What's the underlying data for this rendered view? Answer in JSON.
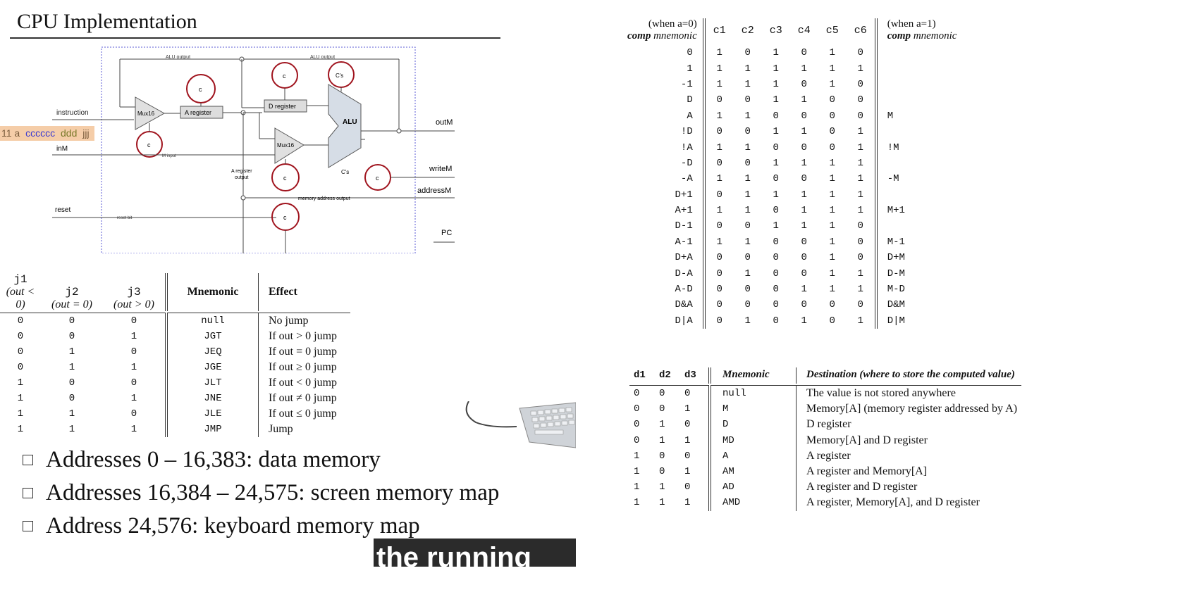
{
  "title": "CPU Implementation",
  "diagram": {
    "labels": {
      "alu_output_1": "ALU output",
      "alu_output_2": "ALU output",
      "instruction": "instruction",
      "instruction_bits": "11 a cccccc ddd jjj",
      "bits_prefix": "11 a",
      "bits_c": "cccccc",
      "bits_d": "ddd",
      "bits_j": "jjj",
      "in_m": "inM",
      "m_input": "M input",
      "reset": "reset",
      "reset_bit": "reset bit",
      "mux16_a": "Mux16",
      "mux16_b": "Mux16",
      "a_register": "A register",
      "d_register": "D register",
      "alu": "ALU",
      "out_m": "outM",
      "write_m": "writeM",
      "address_m": "addressM",
      "pc": "PC",
      "a_register_output_1": "A register",
      "a_register_output_2": "output",
      "memory_address_output": "memory address output",
      "cs_1": "C's",
      "cs_2": "C's",
      "c": "c"
    }
  },
  "jump_table": {
    "headers": {
      "j1": "j1",
      "j1_sub": "(out < 0)",
      "j2": "j2",
      "j2_sub": "(out = 0)",
      "j3": "j3",
      "j3_sub": "(out > 0)",
      "mnemonic": "Mnemonic",
      "effect": "Effect"
    },
    "rows": [
      {
        "j1": "0",
        "j2": "0",
        "j3": "0",
        "m": "null",
        "e": "No jump"
      },
      {
        "j1": "0",
        "j2": "0",
        "j3": "1",
        "m": "JGT",
        "e": "If out > 0 jump"
      },
      {
        "j1": "0",
        "j2": "1",
        "j3": "0",
        "m": "JEQ",
        "e": "If out = 0 jump"
      },
      {
        "j1": "0",
        "j2": "1",
        "j3": "1",
        "m": "JGE",
        "e": "If out ≥ 0 jump"
      },
      {
        "j1": "1",
        "j2": "0",
        "j3": "0",
        "m": "JLT",
        "e": "If out < 0 jump"
      },
      {
        "j1": "1",
        "j2": "0",
        "j3": "1",
        "m": "JNE",
        "e": "If out ≠ 0 jump"
      },
      {
        "j1": "1",
        "j2": "1",
        "j3": "0",
        "m": "JLE",
        "e": "If out ≤ 0 jump"
      },
      {
        "j1": "1",
        "j2": "1",
        "j3": "1",
        "m": "JMP",
        "e": "Jump"
      }
    ]
  },
  "comp_table": {
    "headers": {
      "left_top": "(when a=0)",
      "left_bottom_1": "comp",
      "left_bottom_2": "mnemonic",
      "c1": "c1",
      "c2": "c2",
      "c3": "c3",
      "c4": "c4",
      "c5": "c5",
      "c6": "c6",
      "right_top": "(when a=1)",
      "right_bottom_1": "comp",
      "right_bottom_2": "mnemonic"
    },
    "rows": [
      {
        "a0": "0",
        "c": [
          "1",
          "0",
          "1",
          "0",
          "1",
          "0"
        ],
        "a1": ""
      },
      {
        "a0": "1",
        "c": [
          "1",
          "1",
          "1",
          "1",
          "1",
          "1"
        ],
        "a1": ""
      },
      {
        "a0": "-1",
        "c": [
          "1",
          "1",
          "1",
          "0",
          "1",
          "0"
        ],
        "a1": ""
      },
      {
        "a0": "D",
        "c": [
          "0",
          "0",
          "1",
          "1",
          "0",
          "0"
        ],
        "a1": ""
      },
      {
        "a0": "A",
        "c": [
          "1",
          "1",
          "0",
          "0",
          "0",
          "0"
        ],
        "a1": "M"
      },
      {
        "a0": "!D",
        "c": [
          "0",
          "0",
          "1",
          "1",
          "0",
          "1"
        ],
        "a1": ""
      },
      {
        "a0": "!A",
        "c": [
          "1",
          "1",
          "0",
          "0",
          "0",
          "1"
        ],
        "a1": "!M"
      },
      {
        "a0": "-D",
        "c": [
          "0",
          "0",
          "1",
          "1",
          "1",
          "1"
        ],
        "a1": ""
      },
      {
        "a0": "-A",
        "c": [
          "1",
          "1",
          "0",
          "0",
          "1",
          "1"
        ],
        "a1": "-M"
      },
      {
        "a0": "D+1",
        "c": [
          "0",
          "1",
          "1",
          "1",
          "1",
          "1"
        ],
        "a1": ""
      },
      {
        "a0": "A+1",
        "c": [
          "1",
          "1",
          "0",
          "1",
          "1",
          "1"
        ],
        "a1": "M+1"
      },
      {
        "a0": "D-1",
        "c": [
          "0",
          "0",
          "1",
          "1",
          "1",
          "0"
        ],
        "a1": ""
      },
      {
        "a0": "A-1",
        "c": [
          "1",
          "1",
          "0",
          "0",
          "1",
          "0"
        ],
        "a1": "M-1"
      },
      {
        "a0": "D+A",
        "c": [
          "0",
          "0",
          "0",
          "0",
          "1",
          "0"
        ],
        "a1": "D+M"
      },
      {
        "a0": "D-A",
        "c": [
          "0",
          "1",
          "0",
          "0",
          "1",
          "1"
        ],
        "a1": "D-M"
      },
      {
        "a0": "A-D",
        "c": [
          "0",
          "0",
          "0",
          "1",
          "1",
          "1"
        ],
        "a1": "M-D"
      },
      {
        "a0": "D&A",
        "c": [
          "0",
          "0",
          "0",
          "0",
          "0",
          "0"
        ],
        "a1": "D&M"
      },
      {
        "a0": "D|A",
        "c": [
          "0",
          "1",
          "0",
          "1",
          "0",
          "1"
        ],
        "a1": "D|M"
      }
    ]
  },
  "dest_table": {
    "headers": {
      "d1": "d1",
      "d2": "d2",
      "d3": "d3",
      "mnemonic": "Mnemonic",
      "destination": "Destination (where to store the computed value)"
    },
    "rows": [
      {
        "d": [
          "0",
          "0",
          "0"
        ],
        "m": "null",
        "e": "The value is not stored anywhere"
      },
      {
        "d": [
          "0",
          "0",
          "1"
        ],
        "m": "M",
        "e": "Memory[A] (memory register addressed by A)"
      },
      {
        "d": [
          "0",
          "1",
          "0"
        ],
        "m": "D",
        "e": "D register"
      },
      {
        "d": [
          "0",
          "1",
          "1"
        ],
        "m": "MD",
        "e": "Memory[A] and D register"
      },
      {
        "d": [
          "1",
          "0",
          "0"
        ],
        "m": "A",
        "e": "A register"
      },
      {
        "d": [
          "1",
          "0",
          "1"
        ],
        "m": "AM",
        "e": "A register and Memory[A]"
      },
      {
        "d": [
          "1",
          "1",
          "0"
        ],
        "m": "AD",
        "e": "A register and D register"
      },
      {
        "d": [
          "1",
          "1",
          "1"
        ],
        "m": "AMD",
        "e": "A register, Memory[A], and D register"
      }
    ]
  },
  "bullets": [
    "Addresses 0 – 16,383: data memory",
    "Addresses 16,384 – 24,575: screen memory map",
    "Address 24,576: keyboard memory map"
  ],
  "caption": "the running"
}
